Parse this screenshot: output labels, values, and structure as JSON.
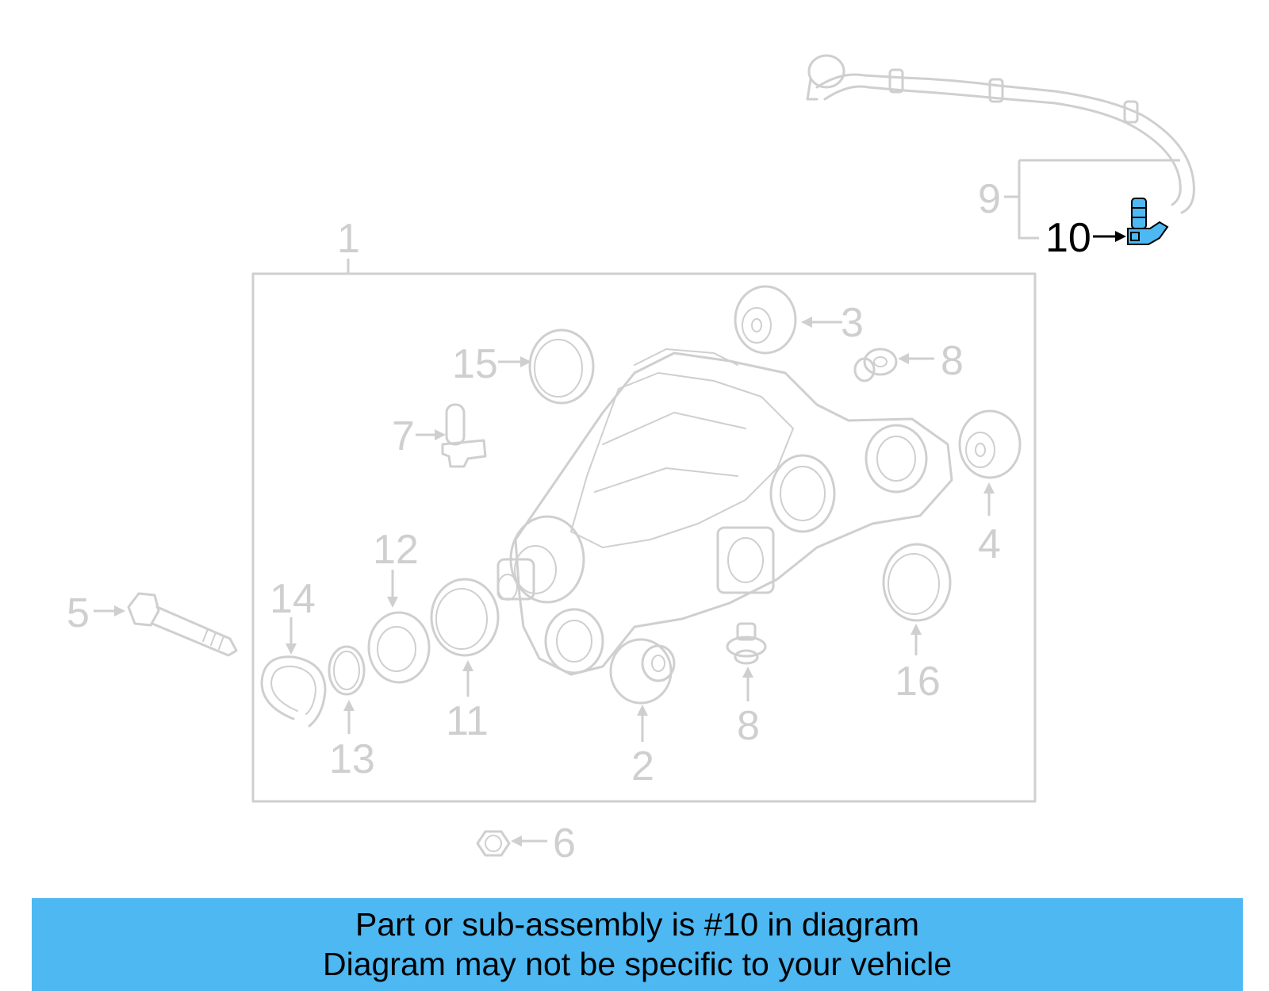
{
  "diagram": {
    "callouts": {
      "c1": "1",
      "c2": "2",
      "c3": "3",
      "c4": "4",
      "c5": "5",
      "c6": "6",
      "c7": "7",
      "c8a": "8",
      "c8b": "8",
      "c9": "9",
      "c10": "10",
      "c11": "11",
      "c12": "12",
      "c13": "13",
      "c14": "14",
      "c15": "15",
      "c16": "16"
    },
    "highlighted_callout": "10",
    "highlight_color": "#4db8f2",
    "ghost_color": "#cfcfcf"
  },
  "banner": {
    "line1": "Part or sub-assembly is #10 in diagram",
    "line2": "Diagram may not be specific to your vehicle",
    "background": "#4db8f2"
  }
}
